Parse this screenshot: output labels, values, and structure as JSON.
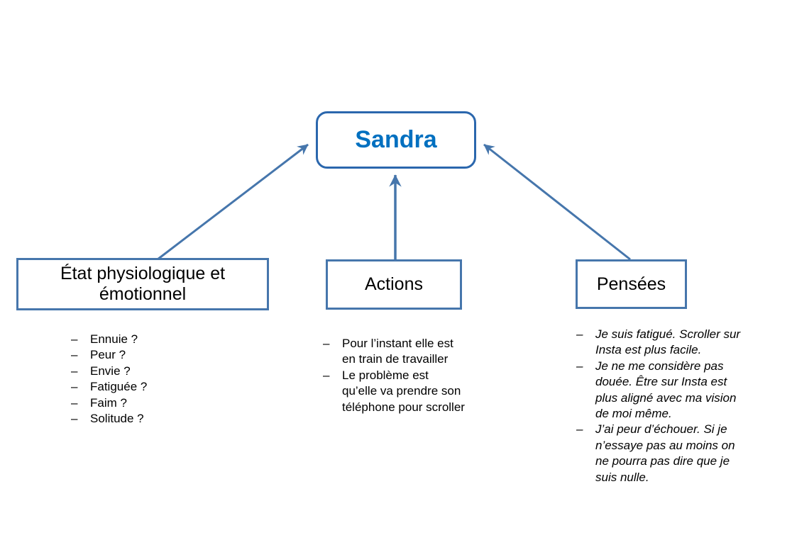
{
  "diagram_title": "Sandra mind map",
  "bullet_char": "–",
  "colors": {
    "accent": "#4676AC",
    "root_border": "#2B67AD",
    "root_title_text": "#0070C0",
    "body_text": "#000000",
    "background": "#FFFFFF"
  },
  "root": {
    "title": "Sandra"
  },
  "nodes": [
    {
      "title": "État physiologique et émotionnel",
      "items": [
        "Ennuie ?",
        "Peur ?",
        "Envie ?",
        "Fatiguée ?",
        "Faim ?",
        "Solitude ?"
      ]
    },
    {
      "title": "Actions",
      "items": [
        "Pour l’instant elle est en train de travailler",
        "Le problème est qu’elle va prendre son téléphone pour scroller"
      ]
    },
    {
      "title": "Pensées",
      "items": [
        "Je suis fatigué. Scroller sur Insta est plus facile.",
        "Je ne me considère pas douée. Être sur Insta est plus aligné avec ma vision de moi même.",
        "J’ai peur d’échouer. Si je n’essaye pas au moins on ne pourra pas dire que je suis nulle."
      ]
    }
  ],
  "edges": [
    {
      "from": "etat-physiologique-et-emotionnel",
      "to": "sandra"
    },
    {
      "from": "actions",
      "to": "sandra"
    },
    {
      "from": "pensees",
      "to": "sandra"
    }
  ]
}
